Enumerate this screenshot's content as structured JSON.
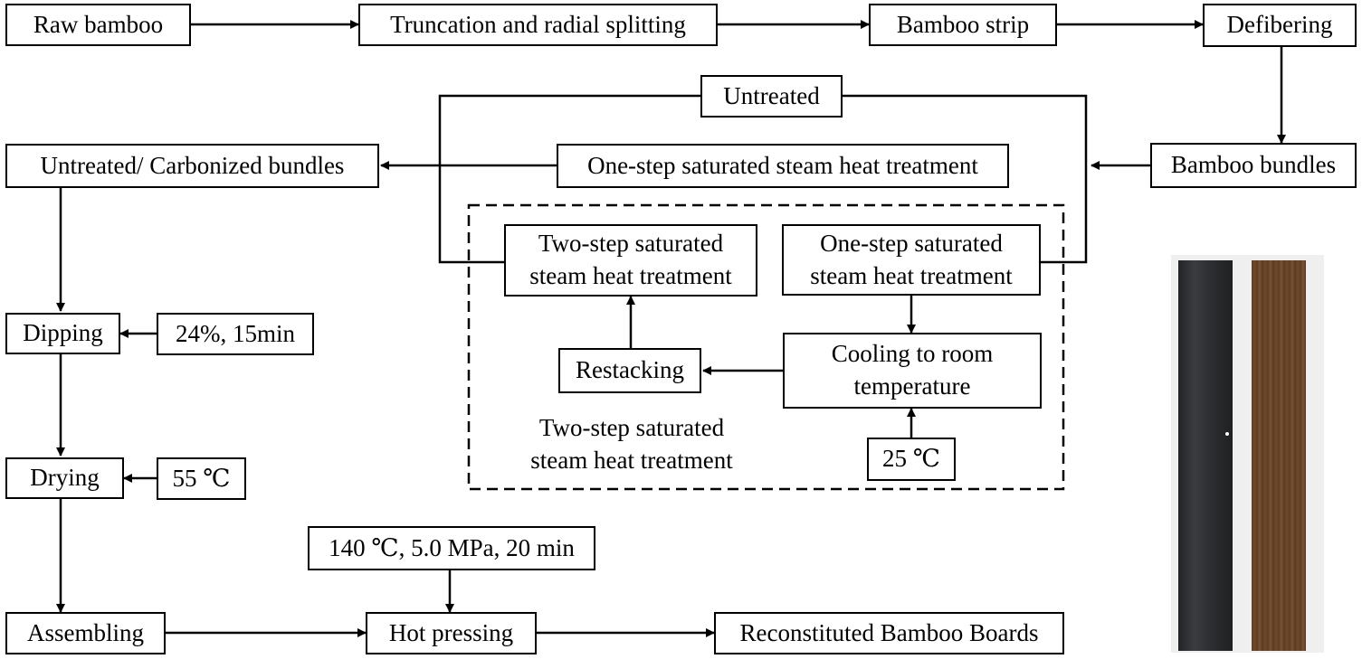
{
  "boxes": {
    "raw_bamboo": "Raw bamboo",
    "truncation": "Truncation and radial splitting",
    "bamboo_strip": "Bamboo strip",
    "defibering": "Defibering",
    "untreated": "Untreated",
    "one_step_main": "One-step saturated steam heat treatment",
    "untreated_carbonized": "Untreated/ Carbonized bundles",
    "bamboo_bundles": "Bamboo bundles",
    "two_step_inner": [
      "Two-step saturated",
      "steam heat treatment"
    ],
    "one_step_inner": [
      "One-step saturated",
      "steam heat treatment"
    ],
    "restacking": "Restacking",
    "cooling": [
      "Cooling to room",
      "temperature"
    ],
    "temp_25": "25 ℃",
    "dipping": "Dipping",
    "dipping_param": "24%, 15min",
    "drying": "Drying",
    "drying_param": "55 ℃",
    "assembling": "Assembling",
    "press_param": "140 ℃, 5.0 MPa, 20 min",
    "hot_pressing": "Hot pressing",
    "reconstituted": "Reconstituted Bamboo Boards"
  },
  "dashed_group_label": [
    "Two-step saturated",
    "steam heat treatment"
  ]
}
